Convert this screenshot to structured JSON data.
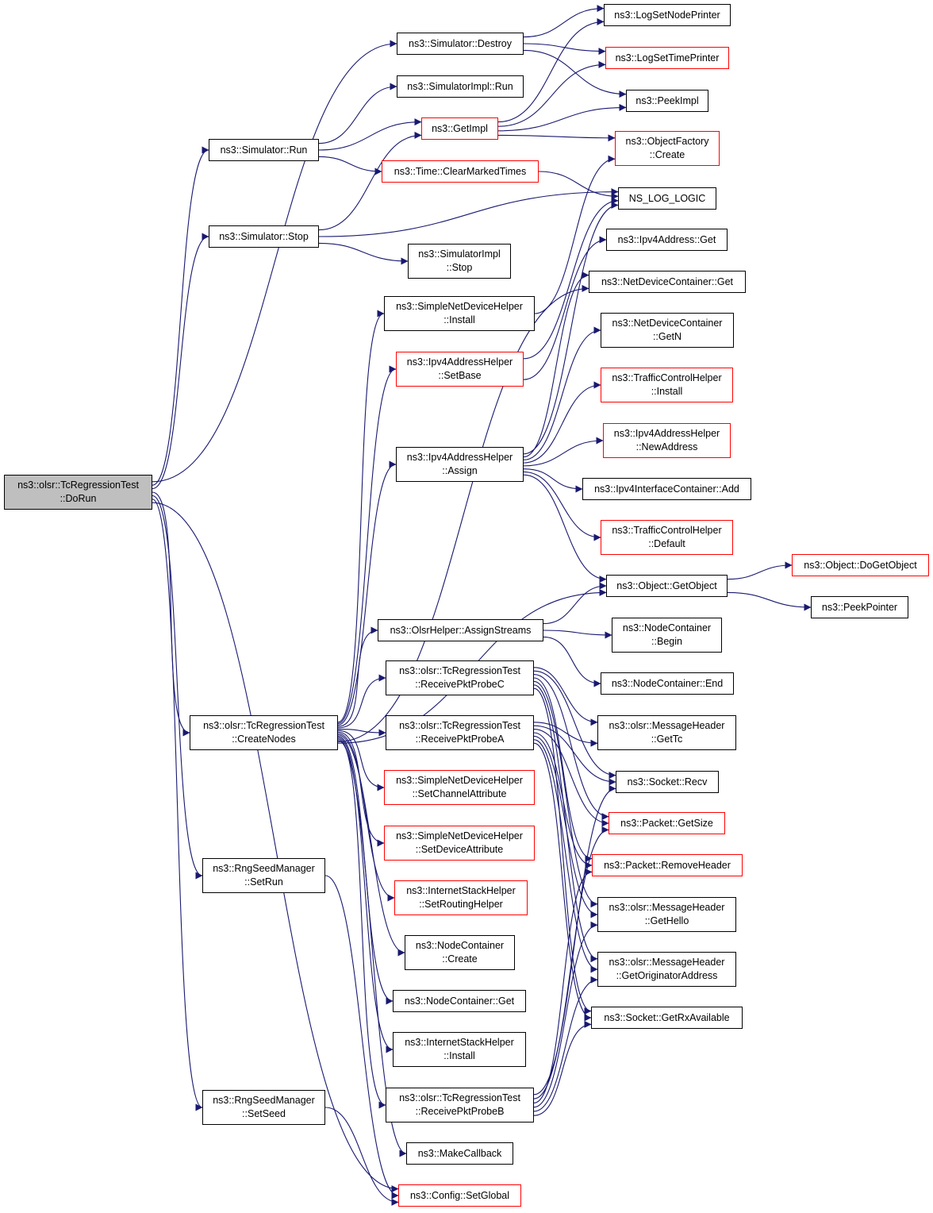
{
  "colors": {
    "edge": "#191970",
    "border_normal": "#000000",
    "border_truncated": "#ff0000",
    "root_fill": "#bfbfbf"
  },
  "nodes": [
    {
      "id": "root",
      "lines": [
        "ns3::olsr::TcRegressionTest",
        "::DoRun"
      ],
      "style": "root"
    },
    {
      "id": "simDestroy",
      "lines": [
        "ns3::Simulator::Destroy"
      ],
      "style": "normal"
    },
    {
      "id": "simImplRun",
      "lines": [
        "ns3::SimulatorImpl::Run"
      ],
      "style": "normal"
    },
    {
      "id": "simRun",
      "lines": [
        "ns3::Simulator::Run"
      ],
      "style": "normal"
    },
    {
      "id": "getImpl",
      "lines": [
        "ns3::GetImpl"
      ],
      "style": "red"
    },
    {
      "id": "clearMarked",
      "lines": [
        "ns3::Time::ClearMarkedTimes"
      ],
      "style": "red"
    },
    {
      "id": "simStop",
      "lines": [
        "ns3::Simulator::Stop"
      ],
      "style": "normal"
    },
    {
      "id": "simImplStop",
      "lines": [
        "ns3::SimulatorImpl",
        "::Stop"
      ],
      "style": "normal"
    },
    {
      "id": "logNode",
      "lines": [
        "ns3::LogSetNodePrinter"
      ],
      "style": "normal"
    },
    {
      "id": "logTime",
      "lines": [
        "ns3::LogSetTimePrinter"
      ],
      "style": "red"
    },
    {
      "id": "peekImpl",
      "lines": [
        "ns3::PeekImpl"
      ],
      "style": "normal"
    },
    {
      "id": "objFactory",
      "lines": [
        "ns3::ObjectFactory",
        "::Create"
      ],
      "style": "red"
    },
    {
      "id": "nsLogLogic",
      "lines": [
        "NS_LOG_LOGIC"
      ],
      "style": "normal"
    },
    {
      "id": "ipv4Get",
      "lines": [
        "ns3::Ipv4Address::Get"
      ],
      "style": "normal"
    },
    {
      "id": "ndcGet",
      "lines": [
        "ns3::NetDeviceContainer::Get"
      ],
      "style": "normal"
    },
    {
      "id": "ndcGetN",
      "lines": [
        "ns3::NetDeviceContainer",
        "::GetN"
      ],
      "style": "normal"
    },
    {
      "id": "tchInstall",
      "lines": [
        "ns3::TrafficControlHelper",
        "::Install"
      ],
      "style": "red"
    },
    {
      "id": "ipv4NewAddr",
      "lines": [
        "ns3::Ipv4AddressHelper",
        "::NewAddress"
      ],
      "style": "red"
    },
    {
      "id": "ipv4IfAdd",
      "lines": [
        "ns3::Ipv4InterfaceContainer::Add"
      ],
      "style": "normal"
    },
    {
      "id": "tchDefault",
      "lines": [
        "ns3::TrafficControlHelper",
        "::Default"
      ],
      "style": "red"
    },
    {
      "id": "objGetObject",
      "lines": [
        "ns3::Object::GetObject"
      ],
      "style": "normal"
    },
    {
      "id": "objDoGet",
      "lines": [
        "ns3::Object::DoGetObject"
      ],
      "style": "red"
    },
    {
      "id": "peekPointer",
      "lines": [
        "ns3::PeekPointer"
      ],
      "style": "normal"
    },
    {
      "id": "ncBegin",
      "lines": [
        "ns3::NodeContainer",
        "::Begin"
      ],
      "style": "normal"
    },
    {
      "id": "ncEnd",
      "lines": [
        "ns3::NodeContainer::End"
      ],
      "style": "normal"
    },
    {
      "id": "mhGetTc",
      "lines": [
        "ns3::olsr::MessageHeader",
        "::GetTc"
      ],
      "style": "normal"
    },
    {
      "id": "sockRecv",
      "lines": [
        "ns3::Socket::Recv"
      ],
      "style": "normal"
    },
    {
      "id": "pktGetSize",
      "lines": [
        "ns3::Packet::GetSize"
      ],
      "style": "red"
    },
    {
      "id": "pktRemoveHdr",
      "lines": [
        "ns3::Packet::RemoveHeader"
      ],
      "style": "red"
    },
    {
      "id": "mhGetHello",
      "lines": [
        "ns3::olsr::MessageHeader",
        "::GetHello"
      ],
      "style": "normal"
    },
    {
      "id": "mhGetOrig",
      "lines": [
        "ns3::olsr::MessageHeader",
        "::GetOriginatorAddress"
      ],
      "style": "normal"
    },
    {
      "id": "sockRxAvail",
      "lines": [
        "ns3::Socket::GetRxAvailable"
      ],
      "style": "normal"
    },
    {
      "id": "sndhInstall",
      "lines": [
        "ns3::SimpleNetDeviceHelper",
        "::Install"
      ],
      "style": "normal"
    },
    {
      "id": "ipv4SetBase",
      "lines": [
        "ns3::Ipv4AddressHelper",
        "::SetBase"
      ],
      "style": "red"
    },
    {
      "id": "ipv4Assign",
      "lines": [
        "ns3::Ipv4AddressHelper",
        "::Assign"
      ],
      "style": "normal"
    },
    {
      "id": "olsrAssign",
      "lines": [
        "ns3::OlsrHelper::AssignStreams"
      ],
      "style": "normal"
    },
    {
      "id": "probeC",
      "lines": [
        "ns3::olsr::TcRegressionTest",
        "::ReceivePktProbeC"
      ],
      "style": "normal"
    },
    {
      "id": "probeA",
      "lines": [
        "ns3::olsr::TcRegressionTest",
        "::ReceivePktProbeA"
      ],
      "style": "normal"
    },
    {
      "id": "createNodes",
      "lines": [
        "ns3::olsr::TcRegressionTest",
        "::CreateNodes"
      ],
      "style": "normal"
    },
    {
      "id": "sndhChan",
      "lines": [
        "ns3::SimpleNetDeviceHelper",
        "::SetChannelAttribute"
      ],
      "style": "red"
    },
    {
      "id": "sndhDev",
      "lines": [
        "ns3::SimpleNetDeviceHelper",
        "::SetDeviceAttribute"
      ],
      "style": "red"
    },
    {
      "id": "ishRouting",
      "lines": [
        "ns3::InternetStackHelper",
        "::SetRoutingHelper"
      ],
      "style": "red"
    },
    {
      "id": "ncCreate",
      "lines": [
        "ns3::NodeContainer",
        "::Create"
      ],
      "style": "normal"
    },
    {
      "id": "ncGet",
      "lines": [
        "ns3::NodeContainer::Get"
      ],
      "style": "normal"
    },
    {
      "id": "ishInstall",
      "lines": [
        "ns3::InternetStackHelper",
        "::Install"
      ],
      "style": "normal"
    },
    {
      "id": "probeB",
      "lines": [
        "ns3::olsr::TcRegressionTest",
        "::ReceivePktProbeB"
      ],
      "style": "normal"
    },
    {
      "id": "makeCallback",
      "lines": [
        "ns3::MakeCallback"
      ],
      "style": "normal"
    },
    {
      "id": "rngSetRun",
      "lines": [
        "ns3::RngSeedManager",
        "::SetRun"
      ],
      "style": "normal"
    },
    {
      "id": "rngSetSeed",
      "lines": [
        "ns3::RngSeedManager",
        "::SetSeed"
      ],
      "style": "normal"
    },
    {
      "id": "configSetGlobal",
      "lines": [
        "ns3::Config::SetGlobal"
      ],
      "style": "red"
    }
  ],
  "edges": [
    [
      "root",
      "simDestroy"
    ],
    [
      "root",
      "simRun"
    ],
    [
      "root",
      "simStop"
    ],
    [
      "root",
      "createNodes"
    ],
    [
      "root",
      "rngSetRun"
    ],
    [
      "root",
      "rngSetSeed"
    ],
    [
      "root",
      "configSetGlobal"
    ],
    [
      "simDestroy",
      "logNode"
    ],
    [
      "simDestroy",
      "logTime"
    ],
    [
      "simDestroy",
      "peekImpl"
    ],
    [
      "simRun",
      "simImplRun"
    ],
    [
      "simRun",
      "getImpl"
    ],
    [
      "simRun",
      "clearMarked"
    ],
    [
      "simStop",
      "getImpl"
    ],
    [
      "simStop",
      "nsLogLogic"
    ],
    [
      "simStop",
      "simImplStop"
    ],
    [
      "getImpl",
      "logNode"
    ],
    [
      "getImpl",
      "logTime"
    ],
    [
      "getImpl",
      "peekImpl"
    ],
    [
      "getImpl",
      "objFactory"
    ],
    [
      "clearMarked",
      "nsLogLogic"
    ],
    [
      "sndhInstall",
      "objFactory"
    ],
    [
      "ipv4SetBase",
      "nsLogLogic"
    ],
    [
      "ipv4SetBase",
      "ipv4Get"
    ],
    [
      "ipv4Assign",
      "nsLogLogic"
    ],
    [
      "ipv4Assign",
      "ndcGet"
    ],
    [
      "ipv4Assign",
      "ndcGetN"
    ],
    [
      "ipv4Assign",
      "tchInstall"
    ],
    [
      "ipv4Assign",
      "ipv4NewAddr"
    ],
    [
      "ipv4Assign",
      "ipv4IfAdd"
    ],
    [
      "ipv4Assign",
      "tchDefault"
    ],
    [
      "ipv4Assign",
      "objGetObject"
    ],
    [
      "objGetObject",
      "objDoGet"
    ],
    [
      "objGetObject",
      "peekPointer"
    ],
    [
      "olsrAssign",
      "objGetObject"
    ],
    [
      "olsrAssign",
      "ncBegin"
    ],
    [
      "olsrAssign",
      "ncEnd"
    ],
    [
      "createNodes",
      "sndhInstall"
    ],
    [
      "createNodes",
      "ipv4SetBase"
    ],
    [
      "createNodes",
      "ipv4Assign"
    ],
    [
      "createNodes",
      "olsrAssign"
    ],
    [
      "createNodes",
      "probeC"
    ],
    [
      "createNodes",
      "probeA"
    ],
    [
      "createNodes",
      "sndhChan"
    ],
    [
      "createNodes",
      "sndhDev"
    ],
    [
      "createNodes",
      "ishRouting"
    ],
    [
      "createNodes",
      "ncCreate"
    ],
    [
      "createNodes",
      "ncGet"
    ],
    [
      "createNodes",
      "ishInstall"
    ],
    [
      "createNodes",
      "probeB"
    ],
    [
      "createNodes",
      "makeCallback"
    ],
    [
      "createNodes",
      "ndcGet"
    ],
    [
      "createNodes",
      "objGetObject"
    ],
    [
      "probeC",
      "mhGetTc"
    ],
    [
      "probeC",
      "sockRecv"
    ],
    [
      "probeC",
      "pktGetSize"
    ],
    [
      "probeC",
      "pktRemoveHdr"
    ],
    [
      "probeC",
      "mhGetHello"
    ],
    [
      "probeC",
      "mhGetOrig"
    ],
    [
      "probeC",
      "sockRxAvail"
    ],
    [
      "probeA",
      "mhGetTc"
    ],
    [
      "probeA",
      "sockRecv"
    ],
    [
      "probeA",
      "pktGetSize"
    ],
    [
      "probeA",
      "pktRemoveHdr"
    ],
    [
      "probeA",
      "mhGetHello"
    ],
    [
      "probeA",
      "mhGetOrig"
    ],
    [
      "probeA",
      "sockRxAvail"
    ],
    [
      "probeB",
      "sockRecv"
    ],
    [
      "probeB",
      "pktGetSize"
    ],
    [
      "probeB",
      "pktRemoveHdr"
    ],
    [
      "probeB",
      "mhGetHello"
    ],
    [
      "probeB",
      "mhGetOrig"
    ],
    [
      "probeB",
      "sockRxAvail"
    ],
    [
      "rngSetRun",
      "configSetGlobal"
    ],
    [
      "rngSetSeed",
      "configSetGlobal"
    ]
  ]
}
